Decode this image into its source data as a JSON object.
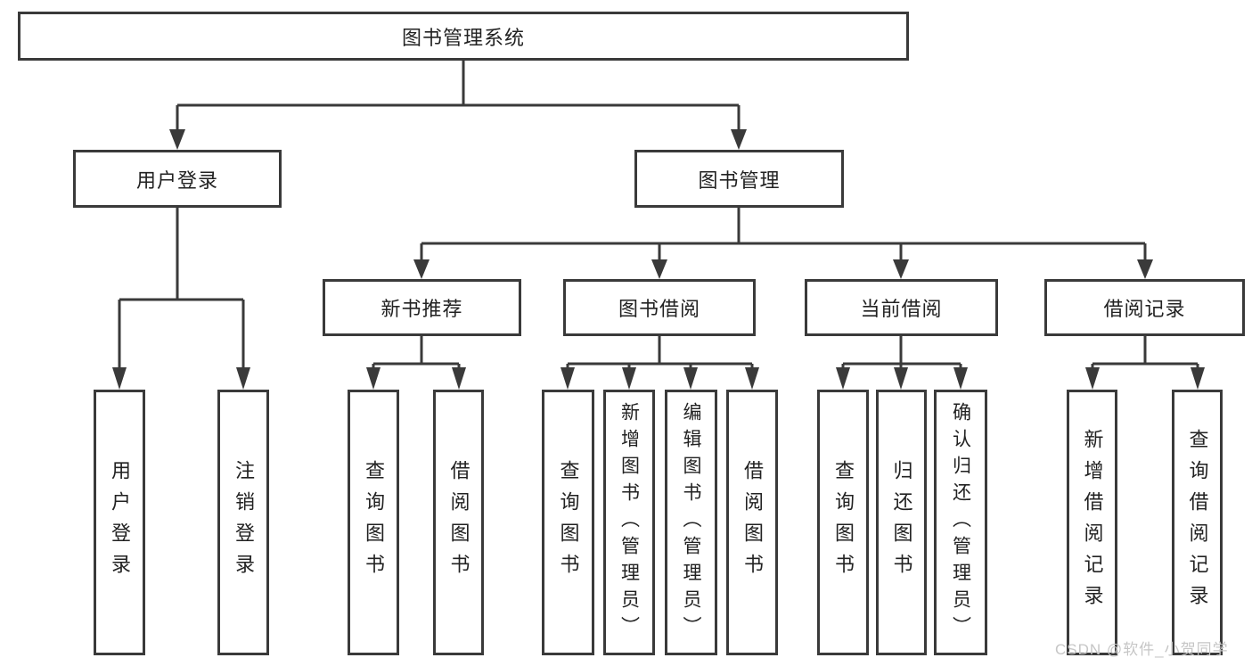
{
  "diagram": {
    "title": "图书管理系统",
    "watermark": "CSDN @软件_小贺同学",
    "colors": {
      "line": "#3a3a3a",
      "box_border": "#3a3a3a",
      "text": "#222222",
      "watermark": "#c6c6c6",
      "background": "#ffffff"
    },
    "tree": {
      "root": {
        "label": "图书管理系统"
      },
      "branches": [
        {
          "label": "用户登录",
          "leaves": [
            "用户登录",
            "注销登录"
          ]
        },
        {
          "label": "图书管理",
          "groups": [
            {
              "label": "新书推荐",
              "leaves": [
                "查询图书",
                "借阅图书"
              ]
            },
            {
              "label": "图书借阅",
              "leaves": [
                "查询图书",
                "新增图书（管理员）",
                "编辑图书（管理员）",
                "借阅图书"
              ]
            },
            {
              "label": "当前借阅",
              "leaves": [
                "查询图书",
                "归还图书",
                "确认归还（管理员）"
              ]
            },
            {
              "label": "借阅记录",
              "leaves": [
                "新增借阅记录",
                "查询借阅记录"
              ]
            }
          ]
        }
      ]
    }
  }
}
